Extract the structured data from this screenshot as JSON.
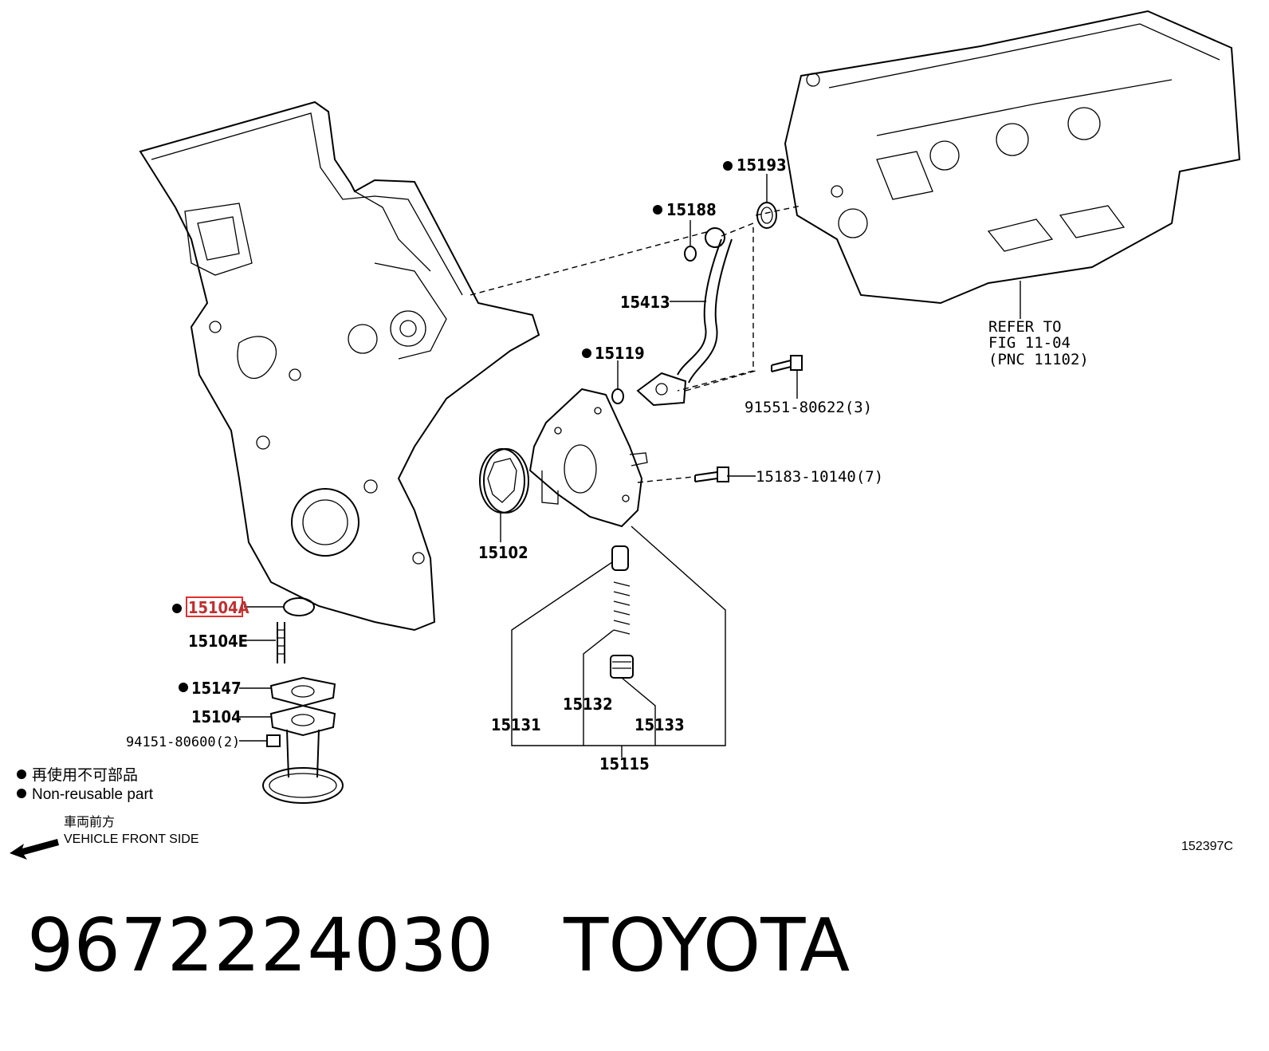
{
  "labels": {
    "p15193": "15193",
    "p15188": "15188",
    "p15413": "15413",
    "p15119": "15119",
    "p91551": "91551-80622(3)",
    "p15183": "15183-10140(7)",
    "p15102": "15102",
    "p15104A": "15104A",
    "p15104E": "15104E",
    "p15147": "15147",
    "p15104": "15104",
    "p94151": "94151-80600(2)",
    "p15132": "15132",
    "p15131": "15131",
    "p15133": "15133",
    "p15115": "15115",
    "refer_line1": "REFER TO",
    "refer_line2": "FIG 11-04",
    "refer_line3": "(PNC 11102)"
  },
  "legend": {
    "jp": "再使用不可部品",
    "en": "Non-reusable part",
    "front_jp": "車両前方",
    "front_en": "VEHICLE FRONT SIDE"
  },
  "figure_code": "152397C",
  "part_number": "9672224030",
  "brand": "TOYOTA",
  "highlight_color": "#e03030"
}
